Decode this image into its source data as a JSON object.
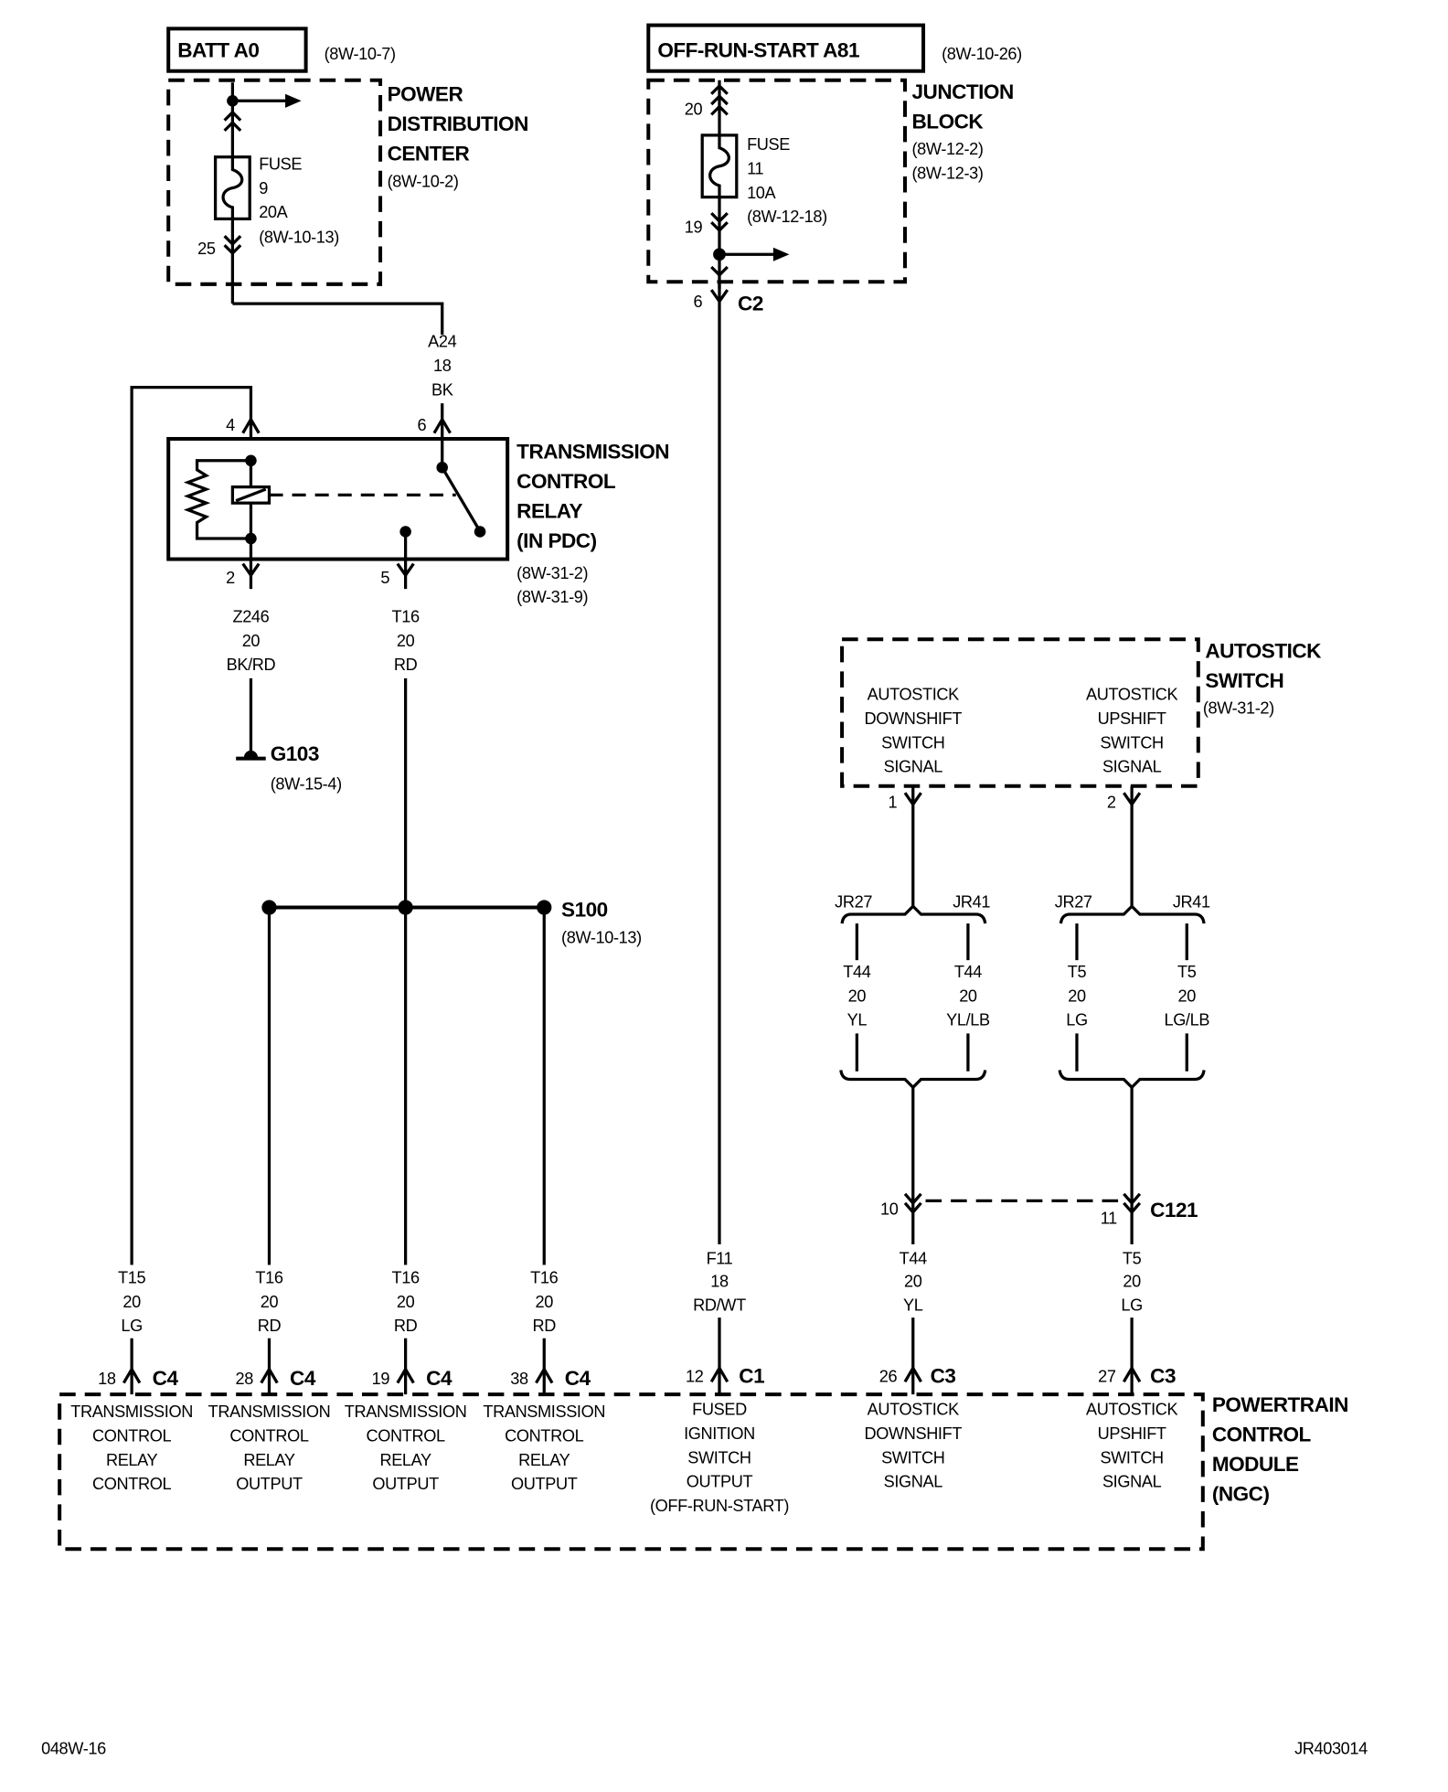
{
  "batt_a0": {
    "label": "BATT A0",
    "ref": "(8W-10-7)"
  },
  "pdc": {
    "title": [
      "POWER",
      "DISTRIBUTION",
      "CENTER"
    ],
    "ref": "(8W-10-2)",
    "fuse": [
      "FUSE",
      "9",
      "20A",
      "(8W-10-13)"
    ],
    "cavity": "25"
  },
  "wire_a24": [
    "A24",
    "18",
    "BK"
  ],
  "off_run_start": {
    "label": "OFF-RUN-START A81",
    "ref": "(8W-10-26)"
  },
  "junction_block": {
    "title": [
      "JUNCTION",
      "BLOCK"
    ],
    "refs": [
      "(8W-12-2)",
      "(8W-12-3)"
    ],
    "fuse": [
      "FUSE",
      "11",
      "10A",
      "(8W-12-18)"
    ],
    "cavity_in": "20",
    "cavity_out": "19"
  },
  "c2": {
    "pin": "6",
    "name": "C2"
  },
  "relay": {
    "title": [
      "TRANSMISSION",
      "CONTROL",
      "RELAY",
      "(IN PDC)"
    ],
    "refs": [
      "(8W-31-2)",
      "(8W-31-9)"
    ],
    "pins": {
      "p4": "4",
      "p6": "6",
      "p2": "2",
      "p5": "5"
    }
  },
  "wire_z246": [
    "Z246",
    "20",
    "BK/RD"
  ],
  "wire_t16_relay": [
    "T16",
    "20",
    "RD"
  ],
  "ground": {
    "name": "G103",
    "ref": "(8W-15-4)"
  },
  "splice": {
    "name": "S100",
    "ref": "(8W-10-13)"
  },
  "autostick_switch": {
    "title": [
      "AUTOSTICK",
      "SWITCH"
    ],
    "ref": "(8W-31-2)",
    "downshift": [
      "AUTOSTICK",
      "DOWNSHIFT",
      "SWITCH",
      "SIGNAL"
    ],
    "upshift": [
      "AUTOSTICK",
      "UPSHIFT",
      "SWITCH",
      "SIGNAL"
    ],
    "pins": [
      "1",
      "2"
    ]
  },
  "branches": [
    {
      "left_label": "JR27",
      "right_label": "JR41",
      "left_wire": [
        "T44",
        "20",
        "YL"
      ],
      "right_wire": [
        "T44",
        "20",
        "YL/LB"
      ]
    },
    {
      "left_label": "JR27",
      "right_label": "JR41",
      "left_wire": [
        "T5",
        "20",
        "LG"
      ],
      "right_wire": [
        "T5",
        "20",
        "LG/LB"
      ]
    }
  ],
  "c121": {
    "name": "C121",
    "pins": [
      "10",
      "11"
    ]
  },
  "pcm": {
    "title": [
      "POWERTRAIN",
      "CONTROL",
      "MODULE",
      "(NGC)"
    ],
    "circuits": [
      {
        "wire": [
          "T15",
          "20",
          "LG"
        ],
        "pin": "18",
        "connector": "C4",
        "function": [
          "TRANSMISSION",
          "CONTROL",
          "RELAY",
          "CONTROL"
        ]
      },
      {
        "wire": [
          "T16",
          "20",
          "RD"
        ],
        "pin": "28",
        "connector": "C4",
        "function": [
          "TRANSMISSION",
          "CONTROL",
          "RELAY",
          "OUTPUT"
        ]
      },
      {
        "wire": [
          "T16",
          "20",
          "RD"
        ],
        "pin": "19",
        "connector": "C4",
        "function": [
          "TRANSMISSION",
          "CONTROL",
          "RELAY",
          "OUTPUT"
        ]
      },
      {
        "wire": [
          "T16",
          "20",
          "RD"
        ],
        "pin": "38",
        "connector": "C4",
        "function": [
          "TRANSMISSION",
          "CONTROL",
          "RELAY",
          "OUTPUT"
        ]
      },
      {
        "wire": [
          "F11",
          "18",
          "RD/WT"
        ],
        "pin": "12",
        "connector": "C1",
        "function": [
          "FUSED",
          "IGNITION",
          "SWITCH",
          "OUTPUT",
          "(OFF-RUN-START)"
        ]
      },
      {
        "wire": [
          "T44",
          "20",
          "YL"
        ],
        "pin": "26",
        "connector": "C3",
        "function": [
          "AUTOSTICK",
          "DOWNSHIFT",
          "SWITCH",
          "SIGNAL"
        ]
      },
      {
        "wire": [
          "T5",
          "20",
          "LG"
        ],
        "pin": "27",
        "connector": "C3",
        "function": [
          "AUTOSTICK",
          "UPSHIFT",
          "SWITCH",
          "SIGNAL"
        ]
      }
    ]
  },
  "footer": {
    "page": "048W-16",
    "drawing_id": "JR403014"
  }
}
